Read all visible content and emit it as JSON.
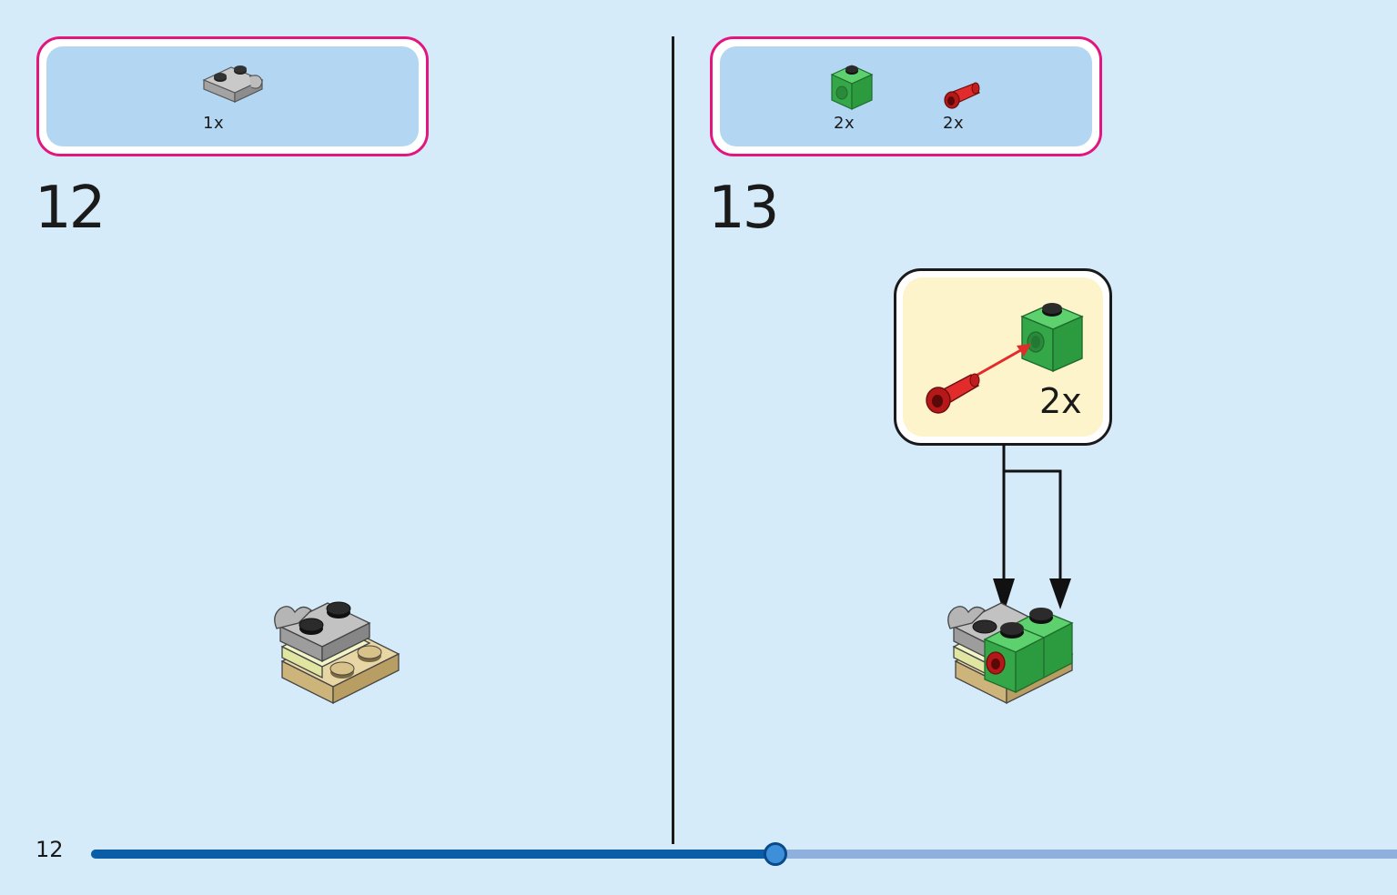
{
  "steps": [
    {
      "number": "12",
      "parts": [
        {
          "name": "grey plate with clip",
          "qty": "1x"
        }
      ]
    },
    {
      "number": "13",
      "parts": [
        {
          "name": "green technic brick with hole",
          "qty": "2x"
        },
        {
          "name": "red pin",
          "qty": "2x"
        }
      ],
      "callout_qty": "2x"
    }
  ],
  "footer": {
    "page_number": "12",
    "progress_percent": 52.3
  },
  "colors": {
    "background": "#d5ebfa",
    "parts_border": "#e2167e",
    "parts_fill": "#b3d7f3",
    "callout_fill": "#fdf4cc",
    "progress_done": "#0a5ea8",
    "progress_remaining": "#8fb0dd",
    "brick_green": "#3cba55",
    "brick_red": "#d81f1f",
    "brick_grey": "#a9a9a9",
    "brick_tan": "#dcc690",
    "brick_yellow_light": "#e9eeb4"
  }
}
